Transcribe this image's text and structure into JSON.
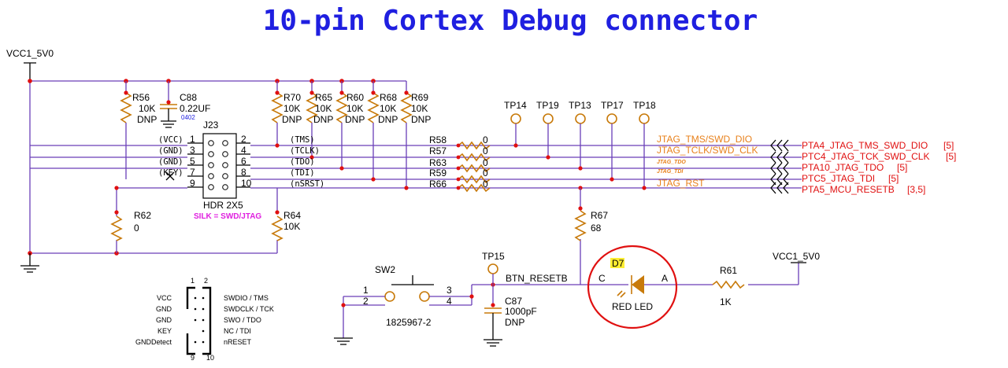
{
  "title": "10-pin Cortex Debug connector",
  "power": {
    "vcc_top": "VCC1_5V0",
    "vcc_right": "VCC1_5V0"
  },
  "resistors": {
    "r56": {
      "ref": "R56",
      "val": "10K",
      "note": "DNP"
    },
    "r70": {
      "ref": "R70",
      "val": "10K",
      "note": "DNP"
    },
    "r65": {
      "ref": "R65",
      "val": "10K",
      "note": "DNP"
    },
    "r60": {
      "ref": "R60",
      "val": "10K",
      "note": "DNP"
    },
    "r68": {
      "ref": "R68",
      "val": "10K",
      "note": "DNP"
    },
    "r69": {
      "ref": "R69",
      "val": "10K",
      "note": "DNP"
    },
    "r62": {
      "ref": "R62",
      "val": "0"
    },
    "r64": {
      "ref": "R64",
      "val": "10K"
    },
    "r67": {
      "ref": "R67",
      "val": "68"
    },
    "r61": {
      "ref": "R61",
      "val": "1K"
    },
    "r58": {
      "ref": "R58",
      "val": "0"
    },
    "r57": {
      "ref": "R57",
      "val": "0"
    },
    "r63": {
      "ref": "R63",
      "val": "0"
    },
    "r59": {
      "ref": "R59",
      "val": "0"
    },
    "r66": {
      "ref": "R66",
      "val": "0"
    }
  },
  "c88": {
    "ref": "C88",
    "val": "0.22UF",
    "pkg": "0402"
  },
  "c87": {
    "ref": "C87",
    "val": "1000pF",
    "note": "DNP"
  },
  "header": {
    "ref": "J23",
    "type": "HDR 2X5",
    "silk": "SILK = SWD/JTAG",
    "left_pins": [
      {
        "sig": "(VCC)",
        "num": "1"
      },
      {
        "sig": "(GND)",
        "num": "3"
      },
      {
        "sig": "(GND)",
        "num": "5"
      },
      {
        "sig": "(KEY)",
        "num": "7"
      },
      {
        "sig": "",
        "num": "9"
      }
    ],
    "right_pins": [
      {
        "num": "2",
        "sig": "(TMS)"
      },
      {
        "num": "4",
        "sig": "(TCLK)"
      },
      {
        "num": "6",
        "sig": "(TDO)"
      },
      {
        "num": "8",
        "sig": "(TDI)"
      },
      {
        "num": "10",
        "sig": "(nSRST)"
      }
    ]
  },
  "testpoints": [
    "TP14",
    "TP19",
    "TP13",
    "TP17",
    "TP18"
  ],
  "tp15": "TP15",
  "nets_orange": [
    "JTAG_TMS/SWD_DIO",
    "JTAG_TCLK/SWD_CLK",
    "JTAG_TDO",
    "JTAG_TDI",
    "JTAG_RST"
  ],
  "offpage": [
    {
      "name": "PTA4_JTAG_TMS_SWD_DIO",
      "ref": "[5]"
    },
    {
      "name": "PTC4_JTAG_TCK_SWD_CLK",
      "ref": "[5]"
    },
    {
      "name": "PTA10_JTAG_TDO",
      "ref": "[5]"
    },
    {
      "name": "PTC5_JTAG_TDI",
      "ref": "[5]"
    },
    {
      "name": "PTA5_MCU_RESETB",
      "ref": "[3,5]"
    }
  ],
  "switch": {
    "ref": "SW2",
    "part": "1825967-2",
    "pins": [
      "1",
      "2",
      "3",
      "4"
    ]
  },
  "btn_net": "BTN_RESETB",
  "led": {
    "ref": "D7",
    "cathode": "C",
    "anode": "A",
    "name": "RED LED"
  },
  "pinout": {
    "top": [
      "1",
      "2"
    ],
    "bottom": [
      "9",
      "10"
    ],
    "left": [
      "VCC",
      "GND",
      "GND",
      "KEY",
      "GNDDetect"
    ],
    "right": [
      "SWDIO / TMS",
      "SWDCLK / TCK",
      "SWO / TDO",
      "NC / TDI",
      "nRESET"
    ]
  },
  "colors": {
    "wire": "#6a3fb8",
    "title": "#1f1fe0",
    "net_orange": "#e8801a",
    "net_red": "#e01010",
    "silk": "#e020e0",
    "highlight": "#ffee33",
    "circle": "#e01010"
  }
}
